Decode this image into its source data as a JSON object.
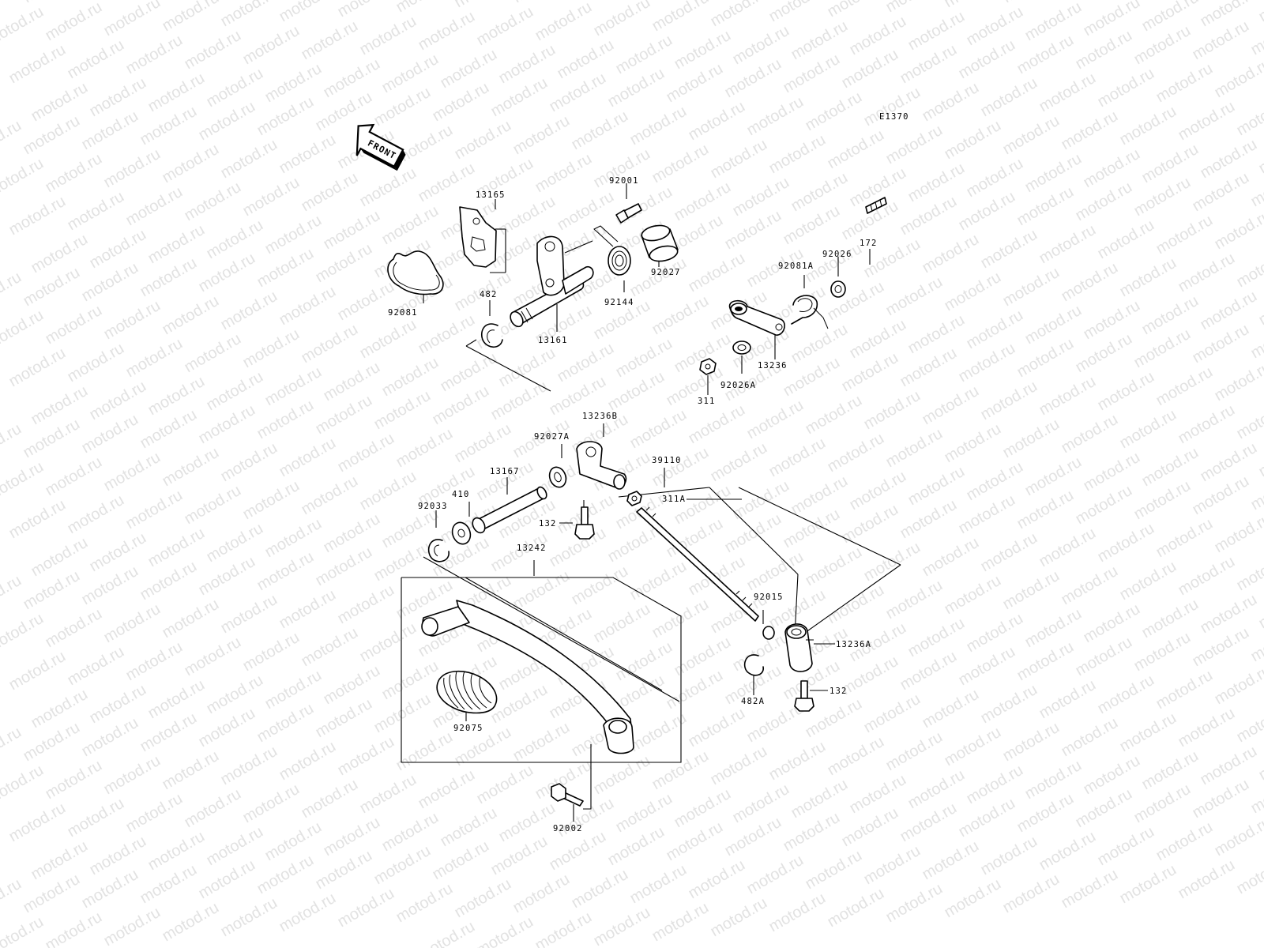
{
  "diagram": {
    "code": "E1370",
    "front_label": "FRONT",
    "watermark": "motod.ru",
    "callouts": [
      {
        "id": "c92001",
        "text": "92001"
      },
      {
        "id": "c13165",
        "text": "13165"
      },
      {
        "id": "c92081",
        "text": "92081"
      },
      {
        "id": "c482",
        "text": "482"
      },
      {
        "id": "c13161",
        "text": "13161"
      },
      {
        "id": "c92144",
        "text": "92144"
      },
      {
        "id": "c92027",
        "text": "92027"
      },
      {
        "id": "c172",
        "text": "172"
      },
      {
        "id": "c92026",
        "text": "92026"
      },
      {
        "id": "c92081A",
        "text": "92081A"
      },
      {
        "id": "c13236",
        "text": "13236"
      },
      {
        "id": "c92026A",
        "text": "92026A"
      },
      {
        "id": "c311",
        "text": "311"
      },
      {
        "id": "c13236B",
        "text": "13236B"
      },
      {
        "id": "c92027A",
        "text": "92027A"
      },
      {
        "id": "c39110",
        "text": "39110"
      },
      {
        "id": "c13167",
        "text": "13167"
      },
      {
        "id": "c311A",
        "text": "311A"
      },
      {
        "id": "c410",
        "text": "410"
      },
      {
        "id": "c92033",
        "text": "92033"
      },
      {
        "id": "c132a",
        "text": "132"
      },
      {
        "id": "c13242",
        "text": "13242"
      },
      {
        "id": "c92015",
        "text": "92015"
      },
      {
        "id": "c13236A",
        "text": "13236A"
      },
      {
        "id": "c482A",
        "text": "482A"
      },
      {
        "id": "c132b",
        "text": "132"
      },
      {
        "id": "c92075",
        "text": "92075"
      },
      {
        "id": "c92002",
        "text": "92002"
      }
    ]
  }
}
